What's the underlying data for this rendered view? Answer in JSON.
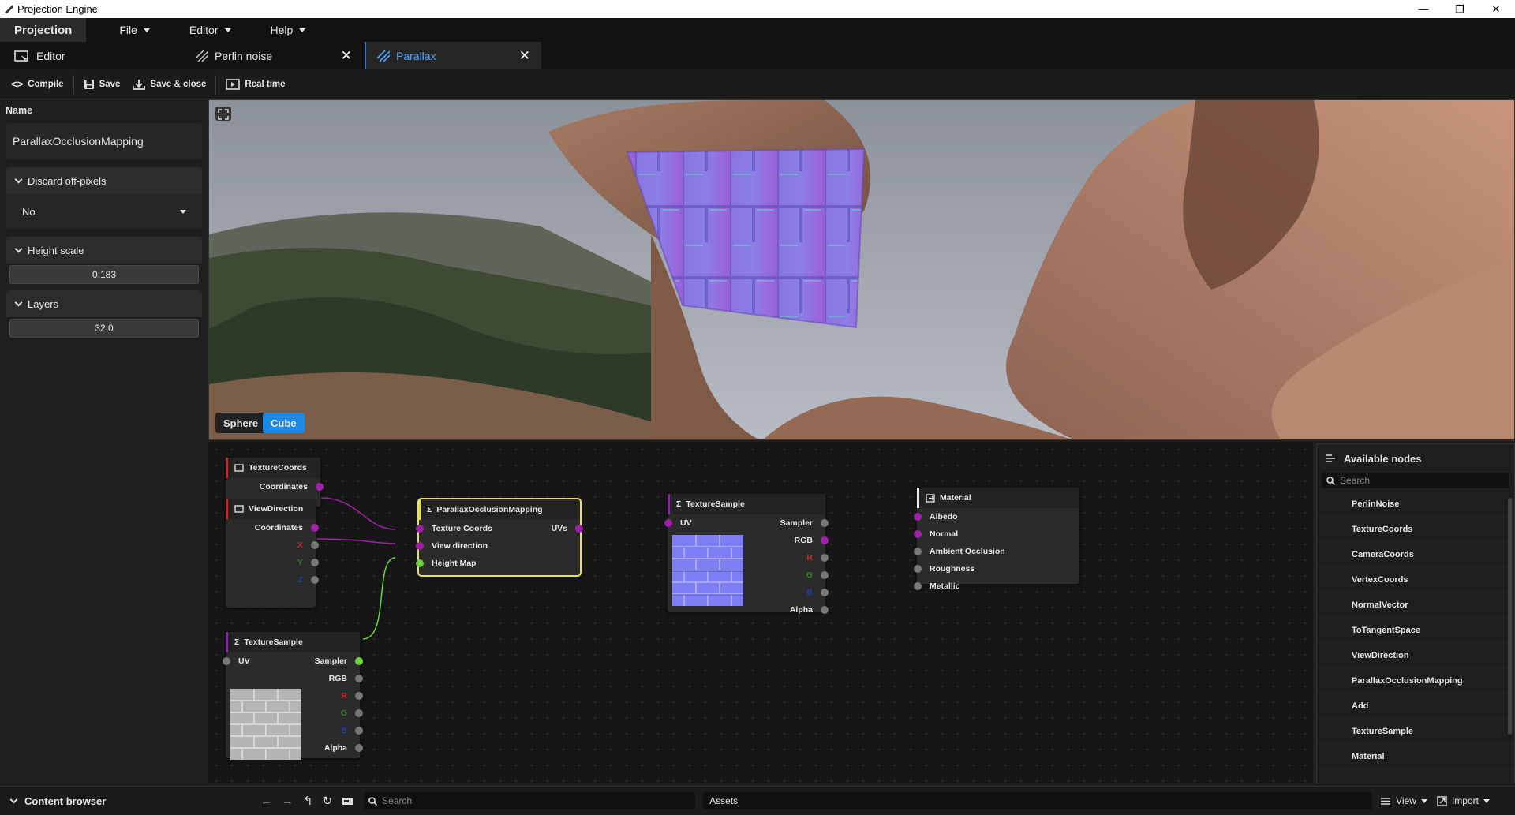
{
  "window": {
    "title": "Projection Engine",
    "minimize": "—",
    "maximize": "❐",
    "close": "✕"
  },
  "menubar": {
    "brand": "Projection",
    "items": [
      {
        "label": "File"
      },
      {
        "label": "Editor"
      },
      {
        "label": "Help"
      }
    ]
  },
  "tabs": [
    {
      "label": "Editor",
      "icon": "editor-icon"
    },
    {
      "label": "Perlin noise",
      "icon": "hatch-icon",
      "close": "✕"
    },
    {
      "label": "Parallax",
      "icon": "hatch-icon",
      "close": "✕",
      "active": true
    }
  ],
  "toolbar": {
    "compile": "Compile",
    "save": "Save",
    "save_close": "Save & close",
    "realtime": "Real time"
  },
  "properties": {
    "name_label": "Name",
    "name_value": "ParallaxOcclusionMapping",
    "discard_label": "Discard off-pixels",
    "discard_value": "No",
    "height_label": "Height scale",
    "height_value": "0.183",
    "layers_label": "Layers",
    "layers_value": "32.0"
  },
  "viewport": {
    "sphere": "Sphere",
    "cube": "Cube",
    "accent": "#1e88e5"
  },
  "nodes": {
    "texcoords": {
      "title": "TextureCoords",
      "out": "Coordinates"
    },
    "viewdir": {
      "title": "ViewDirection",
      "out": "Coordinates",
      "x": "X",
      "y": "Y",
      "z": "Z"
    },
    "pom": {
      "title": "ParallaxOcclusionMapping",
      "in1": "Texture Coords",
      "in2": "View direction",
      "in3": "Height Map",
      "out": "UVs"
    },
    "ts1": {
      "title": "TextureSample",
      "uv": "UV",
      "sampler": "Sampler",
      "rgb": "RGB",
      "r": "R",
      "g": "G",
      "b": "B",
      "alpha": "Alpha"
    },
    "ts2": {
      "title": "TextureSample",
      "uv": "UV",
      "sampler": "Sampler",
      "rgb": "RGB",
      "r": "R",
      "g": "G",
      "b": "B",
      "alpha": "Alpha"
    },
    "material": {
      "title": "Material",
      "albedo": "Albedo",
      "normal": "Normal",
      "ao": "Ambient Occlusion",
      "roughness": "Roughness",
      "metallic": "Metallic"
    }
  },
  "available": {
    "title": "Available nodes",
    "search_placeholder": "Search",
    "items": [
      "PerlinNoise",
      "TextureCoords",
      "CameraCoords",
      "VertexCoords",
      "NormalVector",
      "ToTangentSpace",
      "ViewDirection",
      "ParallaxOcclusionMapping",
      "Add",
      "TextureSample",
      "Material"
    ]
  },
  "content": {
    "title": "Content browser",
    "search_placeholder": "Search",
    "path": "Assets",
    "view": "View",
    "import": "Import"
  },
  "colors": {
    "accent": "#4aa6ff",
    "selected": "#e5e34a",
    "pin_vec": "#a21fa9",
    "pin_sampler": "#6ed13e"
  }
}
